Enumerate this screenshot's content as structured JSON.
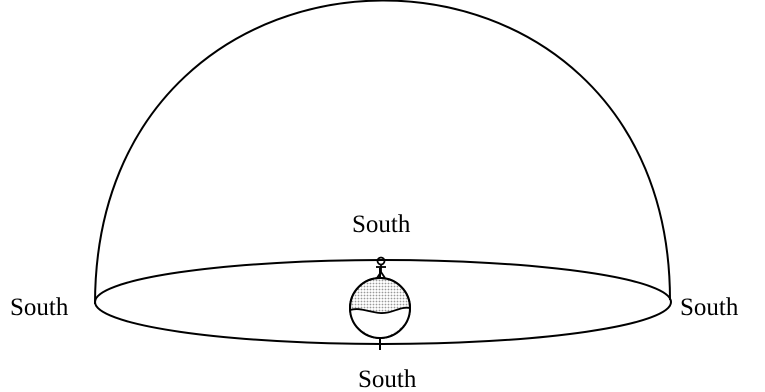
{
  "labels": {
    "top": "South",
    "left": "South",
    "right": "South",
    "bottom": "South"
  },
  "colors": {
    "stroke": "#000000",
    "earth_fill": "#d9d9d9",
    "background": "#ffffff"
  },
  "icons": {
    "observer": "stick-figure-icon",
    "earth": "globe-icon"
  }
}
